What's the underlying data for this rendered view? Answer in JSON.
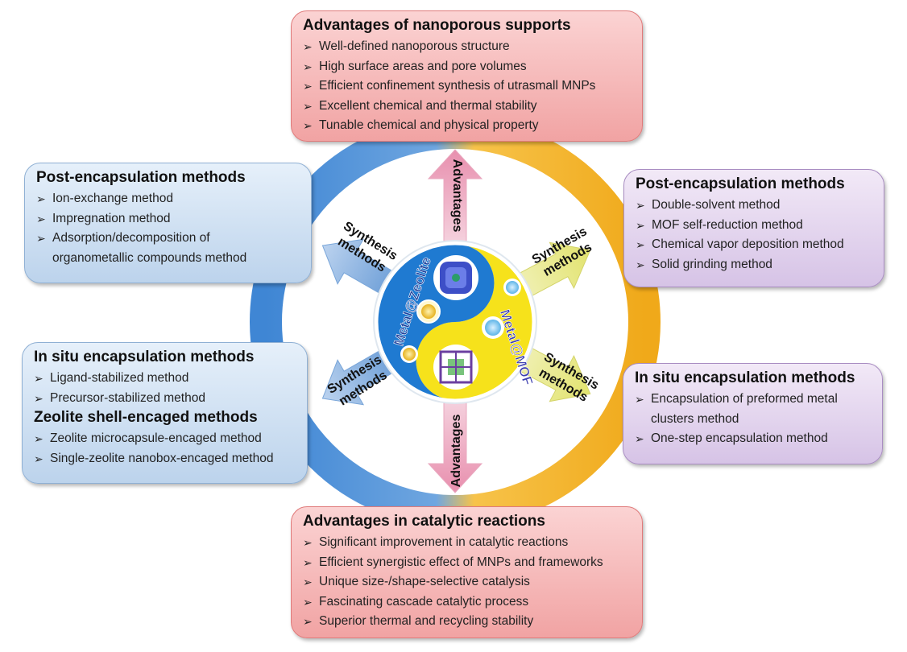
{
  "center": {
    "left_label": "Metal@Zeolite",
    "right_label": "Metal@MOF"
  },
  "arrows": {
    "top": "Advantages",
    "bottom": "Advantages",
    "upper_left": [
      "Synthesis",
      "methods"
    ],
    "upper_right": [
      "Synthesis",
      "methods"
    ],
    "lower_left": [
      "Synthesis",
      "methods"
    ],
    "lower_right": [
      "Synthesis",
      "methods"
    ]
  },
  "boxes": {
    "top": {
      "title": "Advantages of nanoporous supports",
      "items": [
        "Well-defined nanoporous structure",
        "High surface areas and pore volumes",
        "Efficient confinement synthesis of utrasmall MNPs",
        "Excellent chemical and thermal stability",
        "Tunable chemical and physical property"
      ]
    },
    "upper_left": {
      "title": "Post-encapsulation methods",
      "items": [
        "Ion-exchange method",
        "Impregnation method",
        "Adsorption/decomposition of"
      ],
      "continuation": "organometallic compounds method"
    },
    "lower_left": {
      "title": "In situ encapsulation methods",
      "items": [
        "Ligand-stabilized method",
        "Precursor-stabilized method"
      ],
      "title2": "Zeolite shell-encaged methods",
      "items2": [
        "Zeolite microcapsule-encaged method",
        "Single-zeolite nanobox-encaged method"
      ]
    },
    "upper_right": {
      "title": "Post-encapsulation methods",
      "items": [
        "Double-solvent method",
        "MOF self-reduction method",
        "Chemical vapor deposition method",
        "Solid grinding method"
      ]
    },
    "lower_right": {
      "title": "In situ encapsulation methods",
      "items": [
        "Encapsulation of preformed metal"
      ],
      "continuation": "clusters method",
      "items_after": [
        "One-step encapsulation method"
      ]
    },
    "bottom": {
      "title": "Advantages in catalytic reactions",
      "items": [
        "Significant improvement in catalytic reactions",
        "Efficient synergistic effect of MNPs and frameworks",
        "Unique size-/shape-selective catalysis",
        "Fascinating cascade catalytic process",
        "Superior thermal and recycling stability"
      ]
    }
  },
  "colors": {
    "ring_blue": "#4d8fd6",
    "ring_orange": "#f2b21f",
    "arrow_pink": "#e9a8bf",
    "arrow_blue": "#6f9fd6",
    "arrow_yellow": "#e8e98a",
    "yin_blue": "#1f7ad1",
    "yang_yellow": "#f6e21b"
  }
}
